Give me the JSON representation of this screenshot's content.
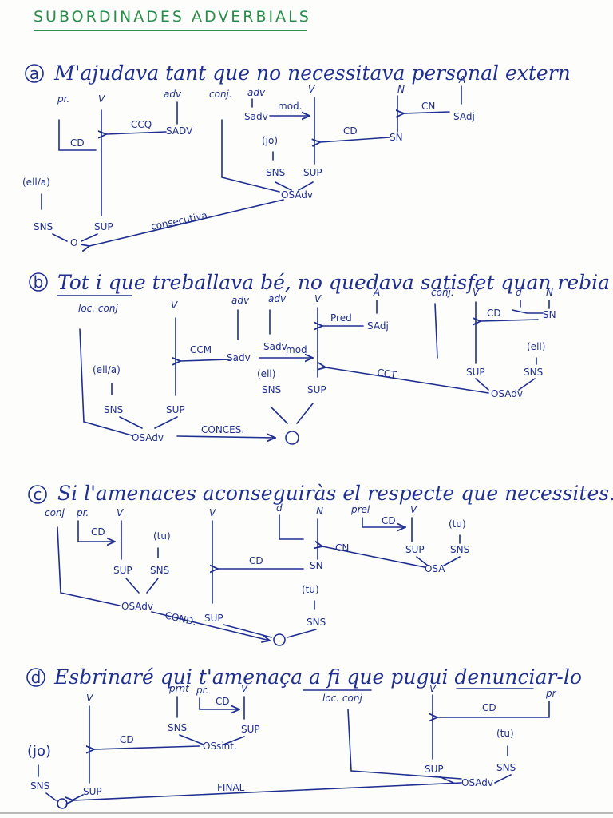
{
  "title": "SUBORDINADES ADVERBIALS",
  "a": {
    "num": "a",
    "sentence": "M'ajudava tant que no necessitava personal extern",
    "labels": {
      "pr": "pr.",
      "v1": "V",
      "adv1": "adv",
      "conj": "conj.",
      "adv2": "adv",
      "v2": "V",
      "n": "N",
      "adj": "A",
      "ccq": "CCQ",
      "sadv1": "SADV",
      "mod": "mod.",
      "sadv2": "Sadv",
      "cn": "CN",
      "sadj": "SAdj",
      "cd1": "CD",
      "cd2": "CD",
      "sn": "SN",
      "jo": "(jo)",
      "sns1": "SNS",
      "sup1": "SUP",
      "osadv": "OSAdv",
      "ella": "(ell/a)",
      "sns2": "SNS",
      "sup2": "SUP",
      "o": "O",
      "func": "consecutiva"
    }
  },
  "b": {
    "num": "b",
    "sentence": "Tot i que treballava bé, no quedava satisfet quan rebia les notes",
    "labels": {
      "locconj": "loc. conj",
      "v1": "V",
      "adv1": "adv",
      "adv2": "adv",
      "v2": "V",
      "a": "A",
      "conj": "conj.",
      "v3": "V",
      "d": "d",
      "n": "N",
      "pred": "Pred",
      "sadj": "SAdj",
      "cd": "CD",
      "sn": "SN",
      "ccm": "CCM",
      "sadv1": "Sadv",
      "sadv2": "Sadv",
      "mod": "mod",
      "ell1": "(ell)",
      "sns1": "SNS",
      "sup1": "SUP",
      "cct": "CCT",
      "ell2": "(ell)",
      "sup2": "SUP",
      "sns2": "SNS",
      "osadv2": "OSAdv",
      "ella": "(ell/a)",
      "sns3": "SNS",
      "sup3": "SUP",
      "osadv": "OSAdv",
      "func": "CONCES.",
      "o": "O"
    }
  },
  "c": {
    "num": "c",
    "sentence": "Si l'amenaces aconseguiràs el respecte que necessites.",
    "labels": {
      "conj": "conj",
      "pr": "pr.",
      "v1": "V",
      "v2": "V",
      "d": "d",
      "n": "N",
      "prel": "prel",
      "v3": "V",
      "cd1": "CD",
      "cd2": "CD",
      "cd3": "CD",
      "tu1": "(tu)",
      "tu2": "(tu)",
      "tu3": "(tu)",
      "sup1": "SUP",
      "sns1": "SNS",
      "cn": "CN",
      "sup2": "SUP",
      "sns2": "SNS",
      "osa": "OSA",
      "sn": "SN",
      "osadv": "OSAdv",
      "func": "COND.",
      "sup3": "SUP",
      "sns3": "SNS",
      "o": "O"
    }
  },
  "d": {
    "num": "d",
    "sentence": "Esbrinaré qui t'amenaça a fi que pugui denunciar-lo",
    "labels": {
      "v1": "V",
      "prnt": "prnt",
      "pr": "pr.",
      "v2": "V",
      "locconj": "loc. conj",
      "v3": "V",
      "pr2": "pr",
      "cd1": "CD",
      "cd2": "CD",
      "cd3": "CD",
      "sns1": "SNS",
      "sup1": "SUP",
      "ossint": "OSsint.",
      "jo": "(jo)",
      "sns2": "SNS",
      "sup2": "SUP",
      "o": "O",
      "func": "FINAL",
      "tu": "(tu)",
      "sup3": "SUP",
      "sns3": "SNS",
      "osadv": "OSAdv"
    }
  }
}
